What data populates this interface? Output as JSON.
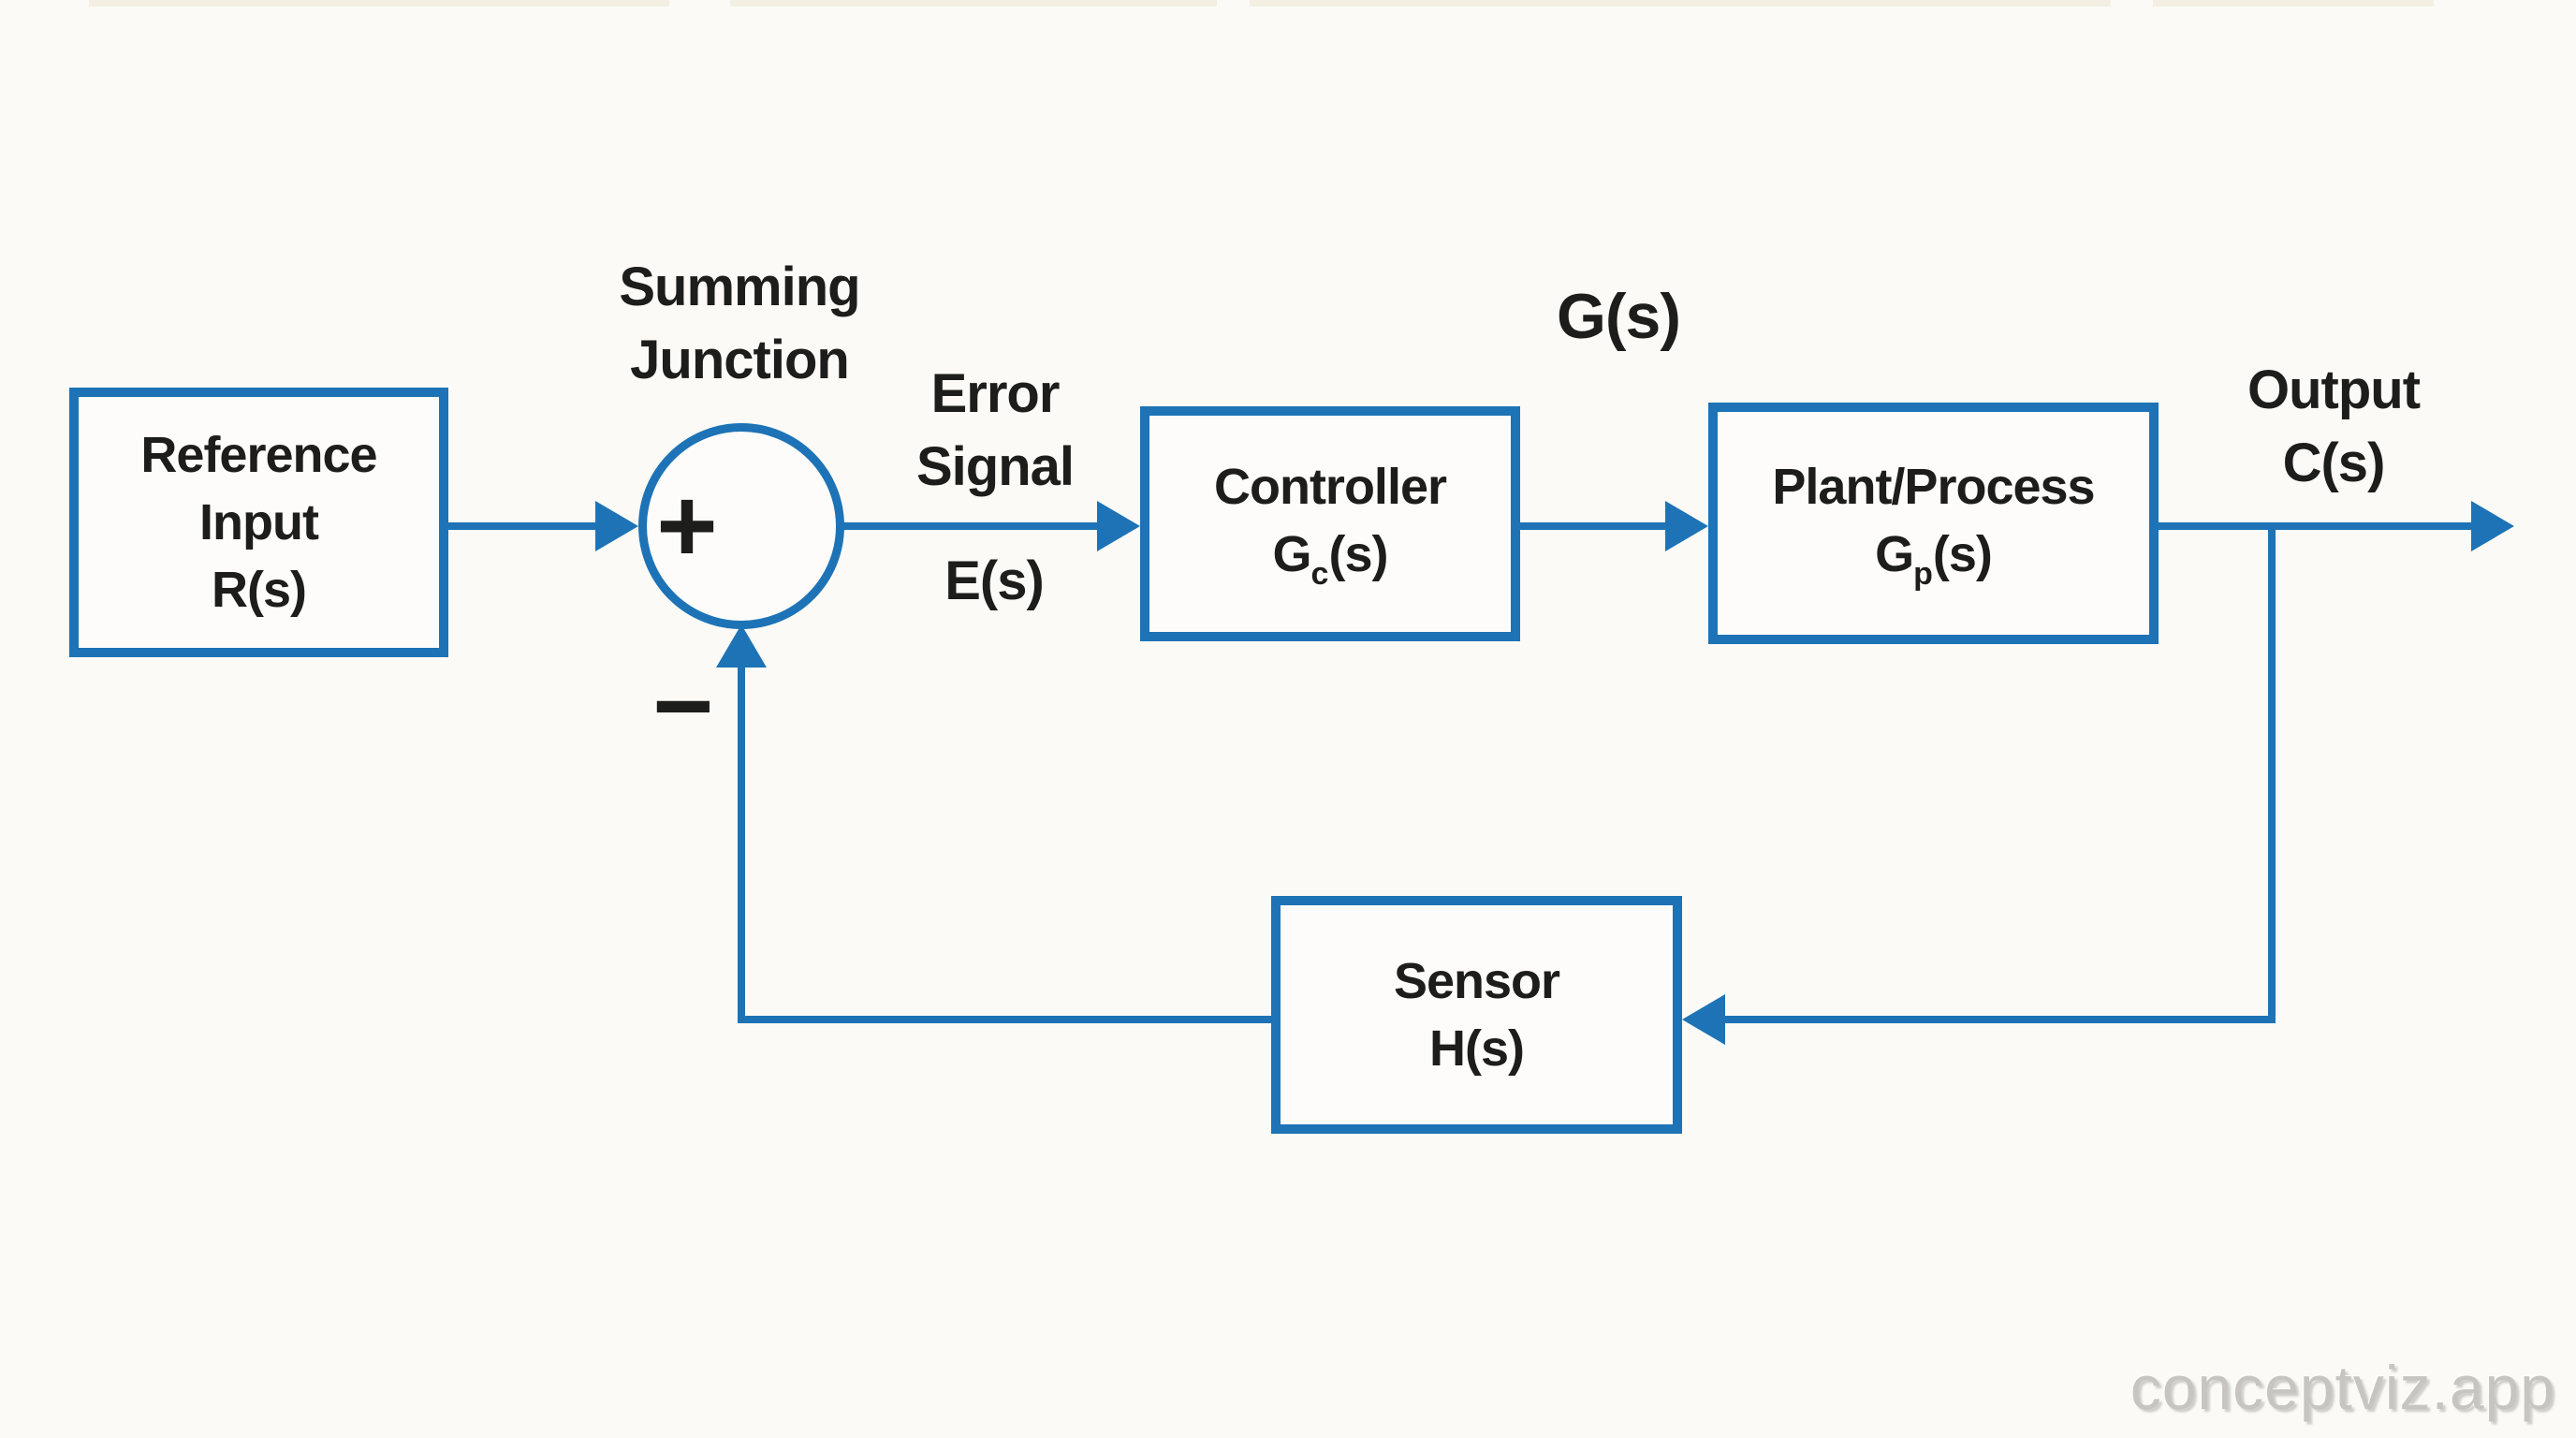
{
  "palette": {
    "line_blue": "#1d73b6",
    "text_ink": "#1d1d1b",
    "background": "#fbfaf6",
    "watermark_gray": "#c8c5c1"
  },
  "diagram": {
    "type": "control-system-block-diagram",
    "blocks": {
      "reference": {
        "line1": "Reference",
        "line2": "Input",
        "line3": "R(s)"
      },
      "controller": {
        "name": "Controller",
        "tf_base": "G",
        "tf_sub": "c",
        "tf_args": "(s)"
      },
      "plant": {
        "name": "Plant/Process",
        "tf_base": "G",
        "tf_sub": "p",
        "tf_args": "(s)"
      },
      "sensor": {
        "name": "Sensor",
        "tf": "H(s)"
      }
    },
    "labels": {
      "summing_line1": "Summing",
      "summing_line2": "Junction",
      "error_line1": "Error",
      "error_line2": "Signal",
      "error_tf": "E(s)",
      "forward_tf": "G(s)",
      "output_line1": "Output",
      "output_line2": "C(s)",
      "plus": "+",
      "minus": "−"
    }
  },
  "watermark": {
    "text": "conceptviz.app"
  }
}
